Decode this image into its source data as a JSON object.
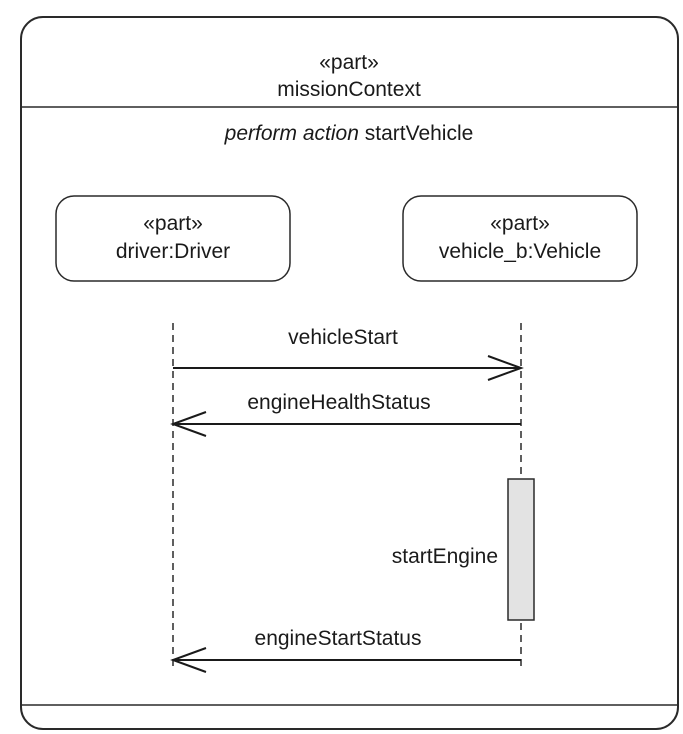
{
  "container": {
    "stereotype": "«part»",
    "name": "missionContext",
    "action_prefix": "perform action",
    "action_name": "startVehicle"
  },
  "lifelines": [
    {
      "stereotype": "«part»",
      "name": "driver:Driver"
    },
    {
      "stereotype": "«part»",
      "name": "vehicle_b:Vehicle"
    }
  ],
  "messages": [
    {
      "label": "vehicleStart",
      "from": "driver:Driver",
      "to": "vehicle_b:Vehicle"
    },
    {
      "label": "engineHealthStatus",
      "from": "vehicle_b:Vehicle",
      "to": "driver:Driver"
    },
    {
      "label": "engineStartStatus",
      "from": "vehicle_b:Vehicle",
      "to": "driver:Driver"
    }
  ],
  "activation": {
    "label": "startEngine",
    "lifeline": "vehicle_b:Vehicle"
  },
  "colors": {
    "line": "#1a1a1a",
    "activation_fill": "#e3e3e3"
  }
}
